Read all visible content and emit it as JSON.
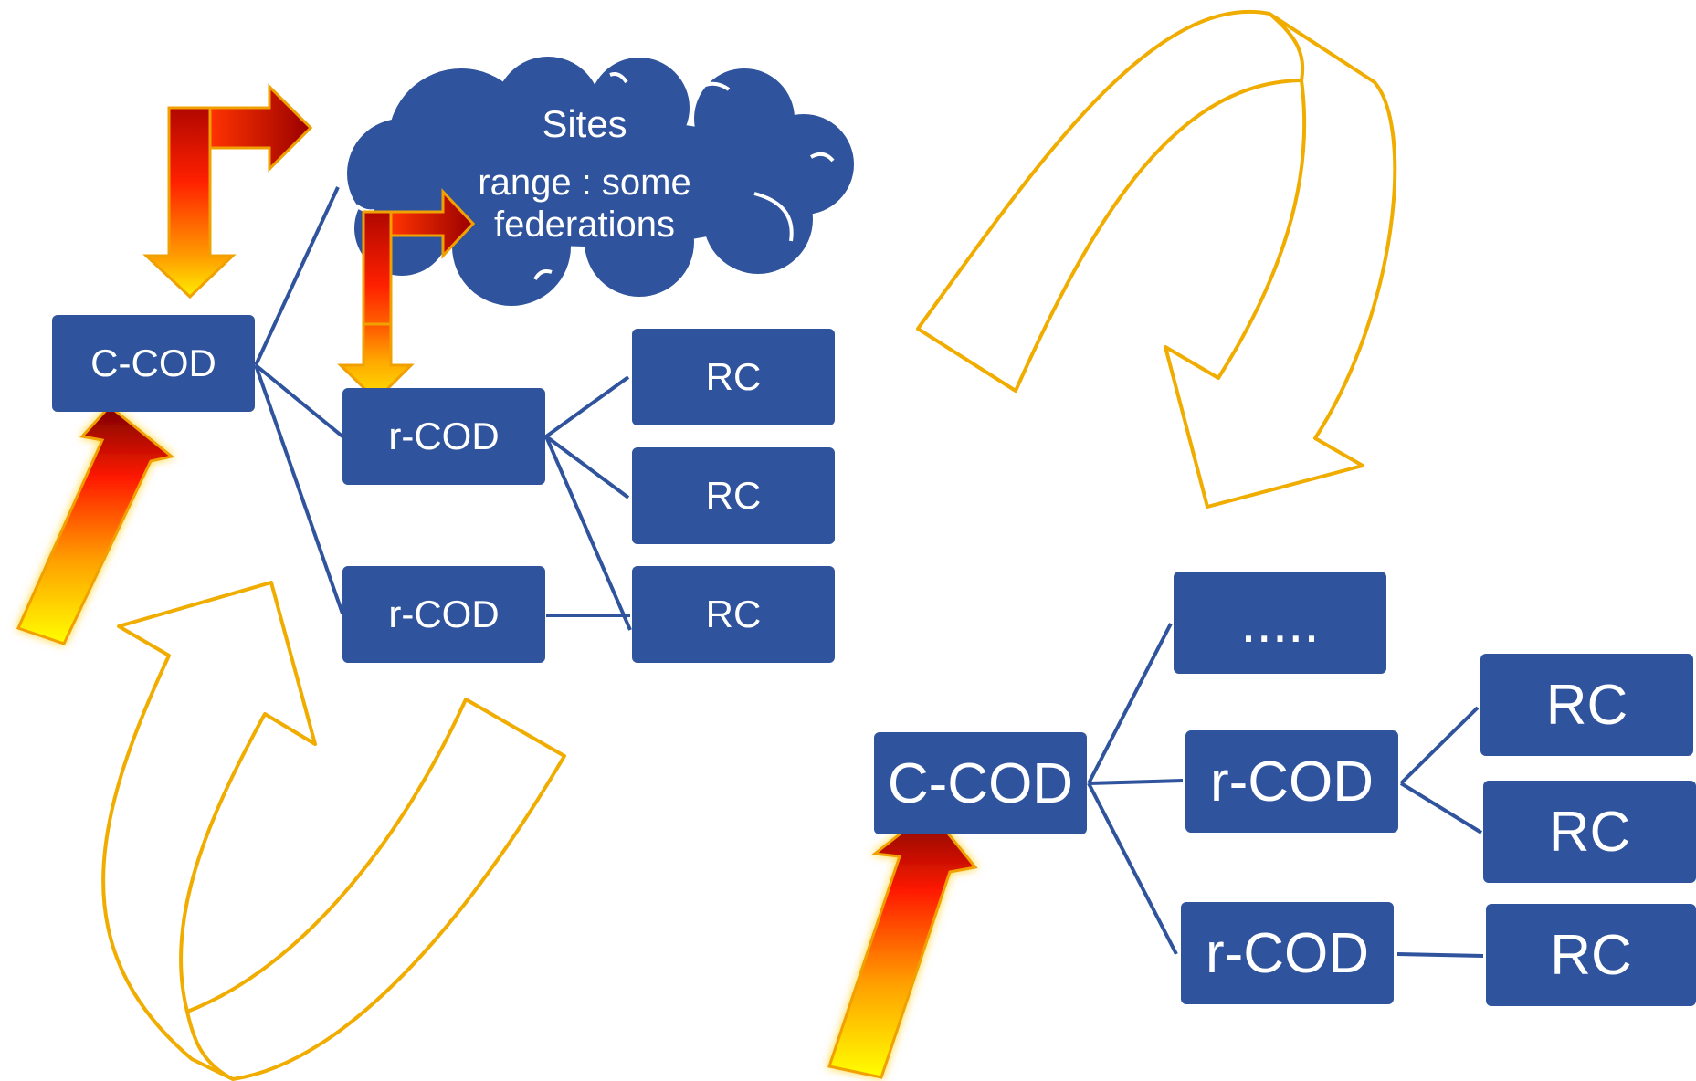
{
  "cloud": {
    "title": "Sites",
    "subtitle_line1": "range : some",
    "subtitle_line2": "federations"
  },
  "left_tree": {
    "root": "C-COD",
    "rcod_1": "r-COD",
    "rcod_2": "r-COD",
    "rc_1": "RC",
    "rc_2": "RC",
    "rc_3": "RC"
  },
  "right_tree": {
    "root": "C-COD",
    "ellipsis": ".....",
    "rcod_1": "r-COD",
    "rcod_2": "r-COD",
    "rc_1": "RC",
    "rc_2": "RC",
    "rc_3": "RC"
  },
  "colors": {
    "node_fill": "#2f539c",
    "node_text": "#ffffff",
    "connector": "#2f539c",
    "outline_arrow": "#f0ad00",
    "gradient_arrow_top": "#8b0000",
    "gradient_arrow_mid": "#ff2a00",
    "gradient_arrow_bottom": "#ffff00"
  }
}
